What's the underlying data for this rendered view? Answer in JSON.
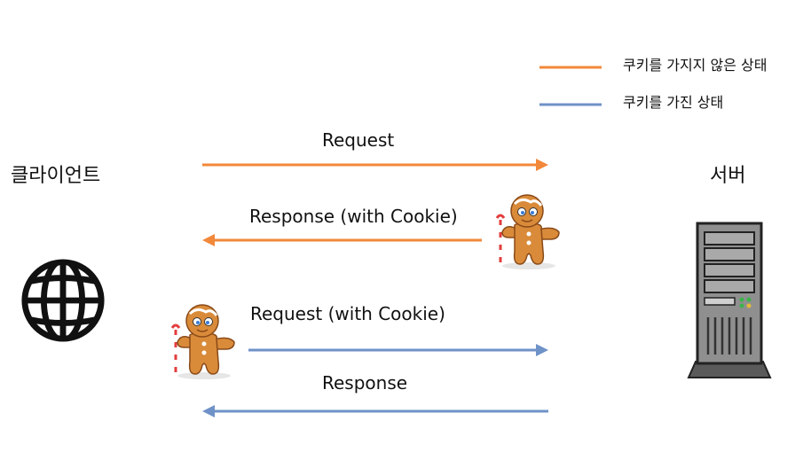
{
  "legend": {
    "items": [
      {
        "label": "쿠키를 가지지 않은 상태",
        "color": "#F2883A"
      },
      {
        "label": "쿠키를 가진 상태",
        "color": "#6F92C8"
      }
    ]
  },
  "nodes": {
    "client": {
      "label": "클라이언트",
      "icon": "globe-icon"
    },
    "server": {
      "label": "서버",
      "icon": "server-tower-icon"
    }
  },
  "messages": [
    {
      "label": "Request",
      "direction": "client-to-server",
      "state": "without-cookie"
    },
    {
      "label": "Response (with Cookie)",
      "direction": "server-to-client",
      "state": "without-cookie",
      "icon": "gingerbread-cookie-icon"
    },
    {
      "label": "Request (with Cookie)",
      "direction": "client-to-server",
      "state": "with-cookie",
      "icon": "gingerbread-cookie-icon"
    },
    {
      "label": "Response",
      "direction": "server-to-client",
      "state": "with-cookie"
    }
  ]
}
